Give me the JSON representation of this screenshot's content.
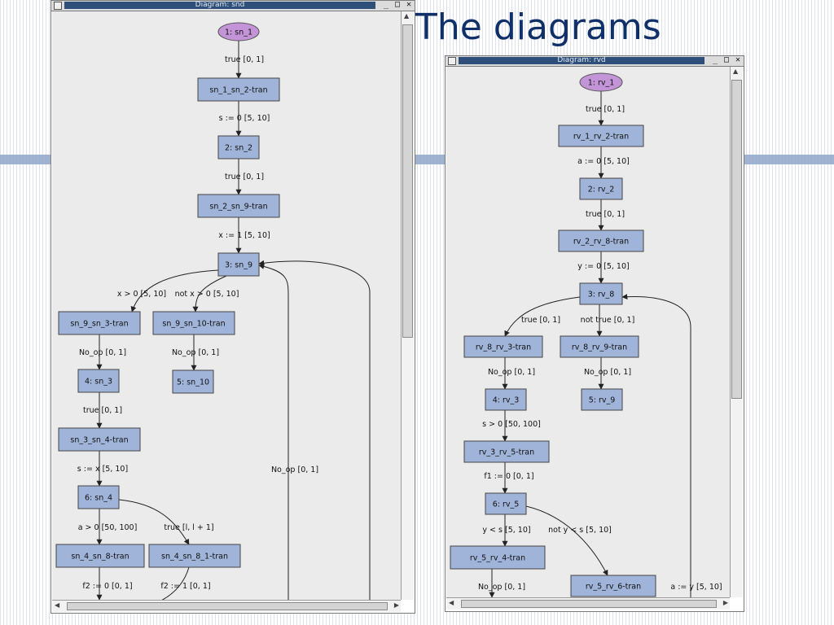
{
  "slide": {
    "title": "The diagrams"
  },
  "colors": {
    "node_fill": "#9fb4d8",
    "start_fill": "#c494d8",
    "edge": "#222222",
    "canvas": "#ebebeb",
    "titlebar": "#2d4f7a"
  },
  "windows": {
    "snd": {
      "title": "Diagram: snd",
      "controls": {
        "min": "_",
        "max": "□",
        "close": "✕"
      },
      "nodes": [
        {
          "label": "1: sn_1",
          "shape": "ellipse"
        },
        {
          "label": "sn_1_sn_2-tran",
          "shape": "rect"
        },
        {
          "label": "2: sn_2",
          "shape": "rect"
        },
        {
          "label": "sn_2_sn_9-tran",
          "shape": "rect"
        },
        {
          "label": "3: sn_9",
          "shape": "rect"
        },
        {
          "label": "sn_9_sn_3-tran",
          "shape": "rect"
        },
        {
          "label": "sn_9_sn_10-tran",
          "shape": "rect"
        },
        {
          "label": "4: sn_3",
          "shape": "rect"
        },
        {
          "label": "5: sn_10",
          "shape": "rect"
        },
        {
          "label": "sn_3_sn_4-tran",
          "shape": "rect"
        },
        {
          "label": "6: sn_4",
          "shape": "rect"
        },
        {
          "label": "sn_4_sn_8-tran",
          "shape": "rect"
        },
        {
          "label": "sn_4_sn_8_1-tran",
          "shape": "rect"
        }
      ],
      "edge_labels": [
        "true [0, 1]",
        "s := 0 [5, 10]",
        "true [0, 1]",
        "x := 1 [5, 10]",
        "x > 0 [5, 10]",
        "not x > 0 [5, 10]",
        "No_op [0, 1]",
        "No_op [0, 1]",
        "true [0, 1]",
        "s := x [5, 10]",
        "a > 0 [50, 100]",
        "true [l, l + 1]",
        "f2 := 0 [0, 1]",
        "f2 := 1 [0, 1]",
        "No_op [0, 1]"
      ]
    },
    "rvd": {
      "title": "Diagram: rvd",
      "controls": {
        "min": "_",
        "max": "□",
        "close": "✕"
      },
      "nodes": [
        {
          "label": "1: rv_1",
          "shape": "ellipse"
        },
        {
          "label": "rv_1_rv_2-tran",
          "shape": "rect"
        },
        {
          "label": "2: rv_2",
          "shape": "rect"
        },
        {
          "label": "rv_2_rv_8-tran",
          "shape": "rect"
        },
        {
          "label": "3: rv_8",
          "shape": "rect"
        },
        {
          "label": "rv_8_rv_3-tran",
          "shape": "rect"
        },
        {
          "label": "rv_8_rv_9-tran",
          "shape": "rect"
        },
        {
          "label": "4: rv_3",
          "shape": "rect"
        },
        {
          "label": "5: rv_9",
          "shape": "rect"
        },
        {
          "label": "rv_3_rv_5-tran",
          "shape": "rect"
        },
        {
          "label": "6: rv_5",
          "shape": "rect"
        },
        {
          "label": "rv_5_rv_4-tran",
          "shape": "rect"
        },
        {
          "label": "rv_5_rv_6-tran",
          "shape": "rect"
        }
      ],
      "edge_labels": [
        "true [0, 1]",
        "a := 0 [5, 10]",
        "true [0, 1]",
        "y := 0 [5, 10]",
        "true [0, 1]",
        "not true [0, 1]",
        "No_op [0, 1]",
        "No_op [0, 1]",
        "s > 0 [50, 100]",
        "f1 := 0 [0, 1]",
        "y < s [5, 10]",
        "not y < s [5, 10]",
        "No_op [0, 1]",
        "a := y [5, 10]"
      ]
    }
  }
}
